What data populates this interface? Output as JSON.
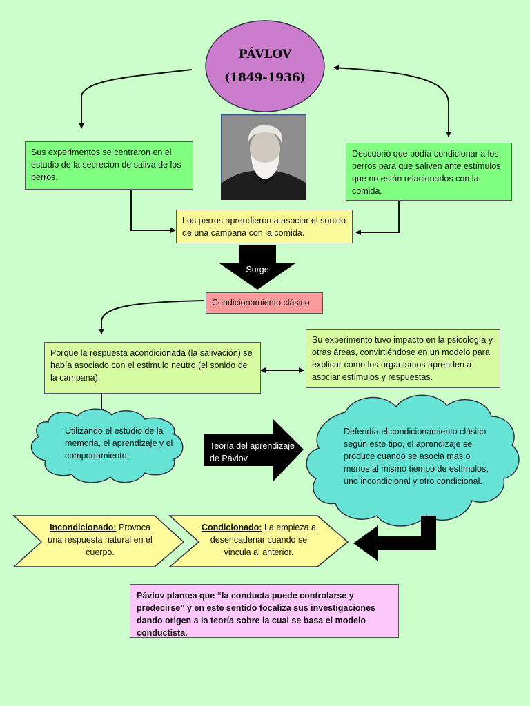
{
  "colors": {
    "background": "#ccfecc",
    "ellipse": "#cc7ccc",
    "green_box": "#80ff80",
    "yellow_box": "#fafa9a",
    "light_green_box": "#d6fba0",
    "pink_box": "#fa9a9a",
    "cloud": "#66e3d4",
    "chevron": "#fdfb9c",
    "final_box": "#fcc8fc"
  },
  "title": {
    "name": "PÁVLOV",
    "years": "(1849-1936)"
  },
  "portrait": {
    "icon": "portrait-photo-icon"
  },
  "nodes": {
    "left_top": "Sus experimentos se centraron en el estudio de la secreción de saliva de los perros.",
    "right_top": "Descubrió que podía condicionar a los perros para que saliven ante estímulos que no están relacionados con la comida.",
    "middle": "Los perros aprendieron a asociar el sonido de una campana con la comida.",
    "surge_label": "Surge",
    "classic": "Condicionamiento clásico",
    "porque": "Porque la respuesta acondicionada (la salivación) se había asociado con el estimulo neutro (el sonido de la campana).",
    "impacto": "Su experimento tuvo impacto en la psicología y otras áreas, convirtiéndose en un modelo para explicar como los organismos aprenden a asociar estímulos y respuestas.",
    "cloud_left": "Utilizando el estudio de la memoria, el aprendizaje y el comportamiento.",
    "teoria": "Teoría del aprendizaje de Pávlov",
    "cloud_right": "Defendía el condicionamiento clásico según este tipo, el aprendizaje se produce cuando se asocia mas o menos al mismo tiempo de estímulos, uno incondicional y otro condicional.",
    "incondicionado_label": "Incondicionado:",
    "incondicionado_text": " Provoca una respuesta natural en el cuerpo.",
    "condicionado_label": "Condicionado:",
    "condicionado_text": " La empieza a desencadenar cuando se vincula al anterior.",
    "final": "Pávlov plantea que “la conducta puede controlarse y predecirse” y en este sentido focaliza sus investigaciones dando origen a la teoría sobre la cual se basa el modelo conductista."
  }
}
